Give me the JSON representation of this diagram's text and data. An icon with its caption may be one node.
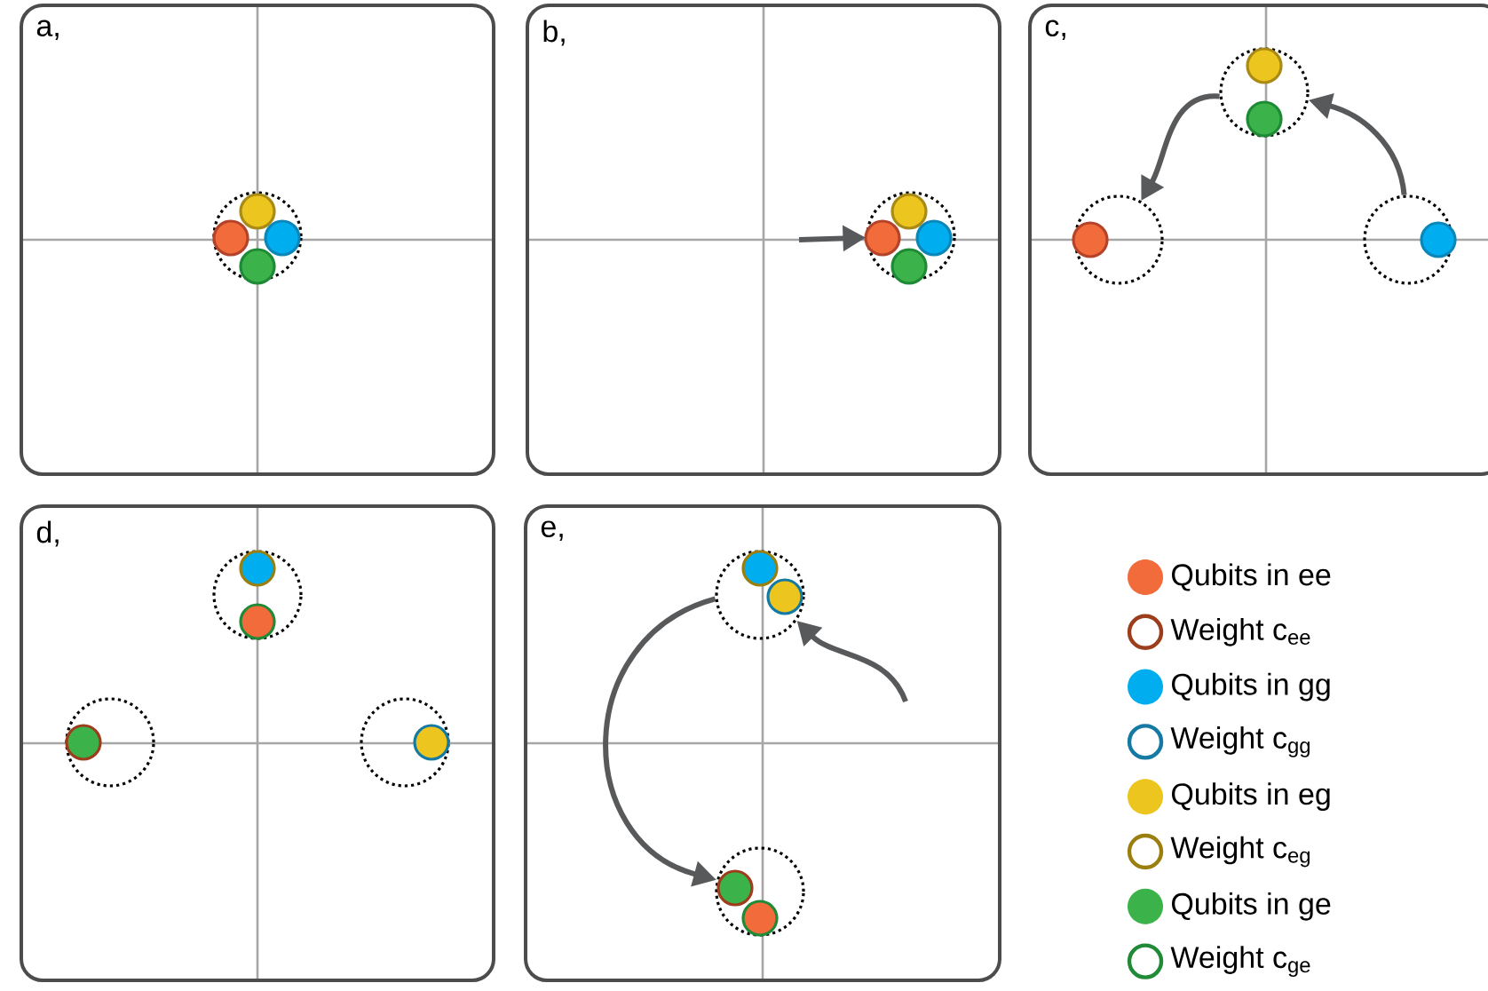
{
  "diagram": {
    "nodes": [
      {
        "text": [
          "a,"
        ]
      },
      {
        "text": [],
        "shape": "circle",
        "in": 0
      },
      {
        "text": [
          "b,"
        ]
      },
      {
        "text": [],
        "shape": "circle",
        "in": 2
      },
      {
        "text": [
          "c,"
        ]
      },
      {
        "text": [],
        "shape": "circle",
        "in": 4
      },
      {
        "text": [],
        "shape": "circle",
        "in": 4
      },
      {
        "text": [],
        "shape": "circle",
        "in": 4
      },
      {
        "text": [
          "d,"
        ]
      },
      {
        "text": [],
        "shape": "circle",
        "in": 8
      },
      {
        "text": [],
        "shape": "circle",
        "in": 8
      },
      {
        "text": [],
        "shape": "circle",
        "in": 8
      },
      {
        "text": [
          "e,"
        ]
      },
      {
        "text": [],
        "shape": "circle",
        "in": 12
      },
      {
        "text": [],
        "shape": "circle",
        "in": 12
      }
    ],
    "edges": [
      {
        "from": null,
        "to": 3,
        "arrow": "to"
      },
      {
        "from": 7,
        "to": 6,
        "arrow": "to"
      },
      {
        "from": 6,
        "to": 5,
        "arrow": "to"
      },
      {
        "from": 13,
        "to": 14,
        "arrow": "to"
      },
      {
        "from": null,
        "to": 13,
        "arrow": "to"
      }
    ],
    "legend": [
      {
        "text": "Qubits in ee",
        "color": "#f26b3a"
      },
      {
        "text": "Weight c$_{ee}$",
        "color": "#9c3d1c"
      },
      {
        "text": "Qubits in gg",
        "color": "#00aeef"
      },
      {
        "text": "Weight c$_{gg}$",
        "color": "#1479a3"
      },
      {
        "text": "Qubits in eg",
        "color": "#ecc51e"
      },
      {
        "text": "Weight c$_{eg}$",
        "color": "#9a7f0f"
      },
      {
        "text": "Qubits in ge",
        "color": "#3bb34a"
      },
      {
        "text": "Weight c$_{ge}$",
        "color": "#218a36"
      }
    ]
  }
}
